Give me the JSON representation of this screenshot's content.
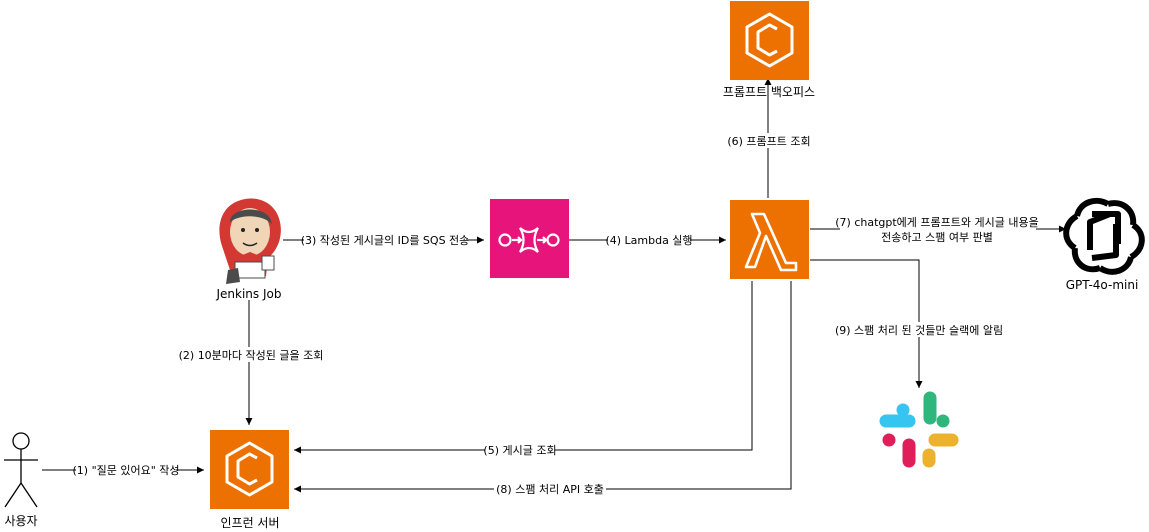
{
  "nodes": {
    "user": {
      "label": "사용자",
      "icon": "user-stick-figure"
    },
    "server": {
      "label": "인프런 서버",
      "icon": "aws-ec2-icon"
    },
    "jenkins": {
      "label": "Jenkins Job",
      "icon": "jenkins-butler-icon"
    },
    "sqs": {
      "icon": "aws-sqs-icon"
    },
    "lambda": {
      "icon": "aws-lambda-icon"
    },
    "backoffice": {
      "label": "프롬프트 백오피스",
      "icon": "aws-ec2-icon"
    },
    "gpt": {
      "label": "GPT-4o-mini",
      "icon": "openai-logo-icon"
    },
    "slack": {
      "icon": "slack-logo-icon"
    }
  },
  "edges": {
    "e1": "(1) \"질문 있어요\" 작성",
    "e2": "(2) 10분마다 작성된 글을 조회",
    "e3": "(3) 작성된 게시글의 ID를 SQS 전송",
    "e4": "(4) Lambda 실행",
    "e5": "(5) 게시글 조회",
    "e6": "(6) 프롬프트 조회",
    "e7_line1": "(7) chatgpt에게 프롬프트와 게시글 내용을",
    "e7_line2": "전송하고 스팸 여부 판별",
    "e8": "(8) 스팸 처리 API 호출",
    "e9": "(9) 스팸 처리 된 것들만 슬랙에 알림"
  },
  "colors": {
    "aws_compute": "#ED7100",
    "aws_integration": "#E7157B",
    "jenkins_red": "#D33833",
    "slack_blue": "#36C5F0",
    "slack_green": "#2EB67D",
    "slack_yellow": "#ECB22E",
    "slack_red": "#E01E5A"
  }
}
